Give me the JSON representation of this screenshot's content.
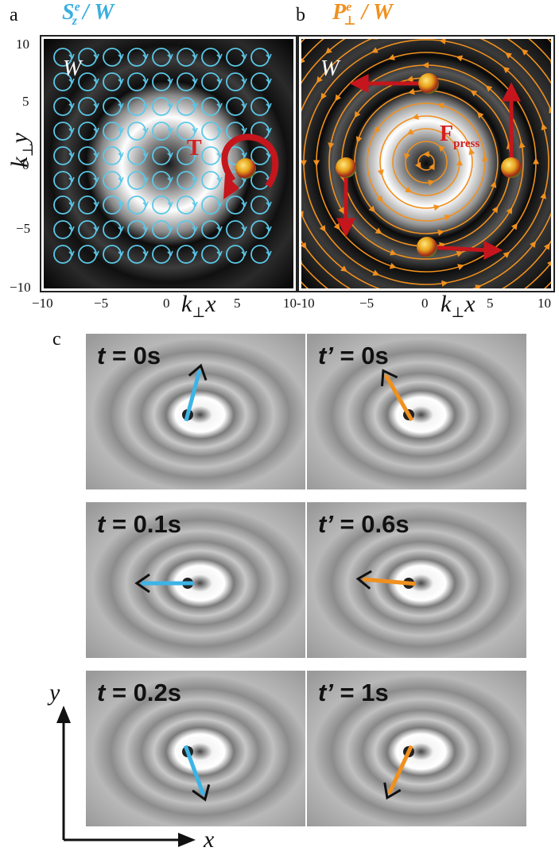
{
  "panel_a": {
    "label": "a",
    "title_main": "S",
    "title_sup": "e",
    "title_sub": "z",
    "title_rest": "/ W",
    "corner_label": "W",
    "torque_label": "T",
    "x_ticks": [
      "−10",
      "−5",
      "0",
      "5",
      "10"
    ],
    "y_ticks": [
      "10",
      "5",
      "0",
      "−5",
      "−10"
    ],
    "xlabel_main": "k",
    "xlabel_sub": "⊥",
    "xlabel_var": "x",
    "ylabel_main": "k",
    "ylabel_sub": "⊥",
    "ylabel_var": "y",
    "color": "#5bc8e8"
  },
  "panel_b": {
    "label": "b",
    "title_main": "P",
    "title_sup": "e",
    "title_sub": "⊥",
    "title_rest": "/ W",
    "corner_label": "W",
    "force_label": "F",
    "force_sub": "press",
    "x_ticks": [
      "10-10",
      "−5",
      "0",
      "5",
      "10"
    ],
    "xlabel_main": "k",
    "xlabel_sub": "⊥",
    "xlabel_var": "x",
    "color": "#f0901e"
  },
  "panel_c": {
    "label": "c",
    "left_column": [
      {
        "sym": "t",
        "text": " = 0s",
        "arrow_angle": 75
      },
      {
        "sym": "t",
        "text": " = 0.1s",
        "arrow_angle": 180
      },
      {
        "sym": "t",
        "text": " = 0.2s",
        "arrow_angle": -70
      }
    ],
    "right_column": [
      {
        "sym": "t’",
        "text": " = 0s",
        "arrow_angle": 120
      },
      {
        "sym": "t’",
        "text": " = 0.6s",
        "arrow_angle": 175
      },
      {
        "sym": "t’",
        "text": " = 1s",
        "arrow_angle": -115
      }
    ],
    "axis_x": "x",
    "axis_y": "y",
    "left_arrow_color": "#3cb4e6",
    "right_arrow_color": "#f0901e"
  }
}
